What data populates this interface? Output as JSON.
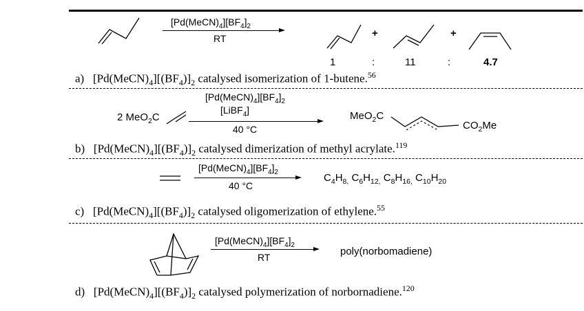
{
  "scheme_a": {
    "reagent_top": "[Pd(MeCN)4][BF4]2",
    "reagent_bottom": "RT",
    "plus1": "+",
    "plus2": "+",
    "ratio": [
      "1",
      ":",
      "11",
      ":",
      "4.7"
    ],
    "caption_label": "a)",
    "caption_text": "[Pd(MeCN)4][(BF4)]2 catalysed isomerization of 1-butene.",
    "caption_ref": "56"
  },
  "scheme_b": {
    "reactant": "2 MeO2C",
    "reagent_top": "[Pd(MeCN)4][BF4]2",
    "reagent_mid": "[LiBF4]",
    "reagent_bottom": "40 °C",
    "product_left": "MeO2C",
    "product_right": "CO2Me",
    "caption_label": "b)",
    "caption_text": "[Pd(MeCN)4][(BF4)]2 catalysed dimerization of methyl acrylate.",
    "caption_ref": "119"
  },
  "scheme_c": {
    "reactant": "=",
    "reagent_top": "[Pd(MeCN)4][BF4]2",
    "reagent_bottom": "40 °C",
    "products": "C4H8, C6H12, C8H16, C10H20",
    "caption_label": "c)",
    "caption_text": "[Pd(MeCN)4][(BF4)]2 catalysed oligomerization of ethylene.",
    "caption_ref": "55"
  },
  "scheme_d": {
    "reagent_top": "[Pd(MeCN)4][BF4]2",
    "reagent_bottom": "RT",
    "product": "poly(norbomadiene)",
    "caption_label": "d)",
    "caption_text": "[Pd(MeCN)4][(BF4)]2 catalysed polymerization of norbornadiene.",
    "caption_ref": "120"
  }
}
